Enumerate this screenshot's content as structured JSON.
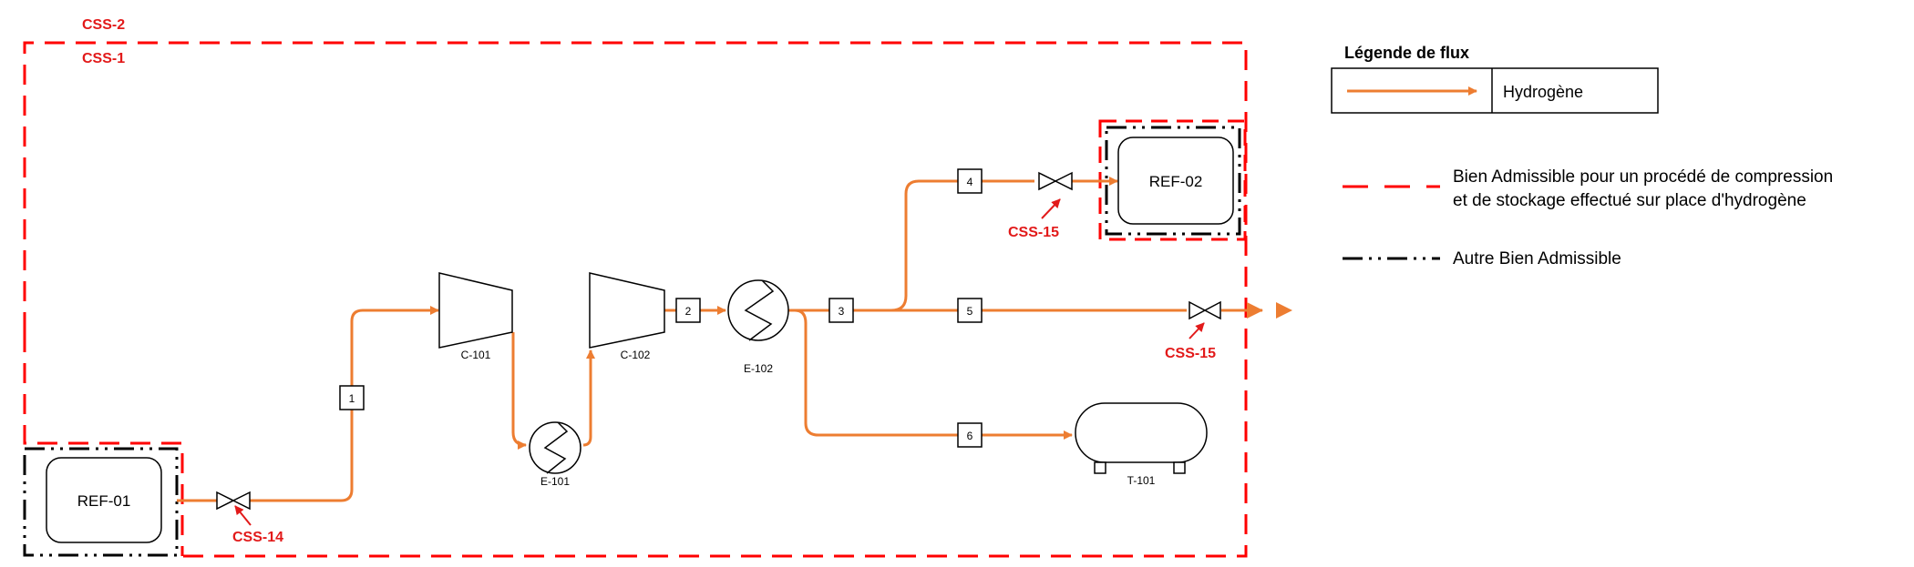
{
  "boundaries": {
    "css2": "CSS-2",
    "css1": "CSS-1"
  },
  "equipment": {
    "ref01": "REF-01",
    "ref02": "REF-02",
    "c101": "C-101",
    "c102": "C-102",
    "e101": "E-101",
    "e102": "E-102",
    "t101": "T-101"
  },
  "streams": [
    "1",
    "2",
    "3",
    "4",
    "5",
    "6"
  ],
  "valves": {
    "css14": "CSS-14",
    "css15_top": "CSS-15",
    "css15_mid": "CSS-15"
  },
  "legend": {
    "title": "Légende de flux",
    "hydrogen": "Hydrogène",
    "red_line_1": "Bien Admissible pour un procédé de compression",
    "red_line_2": "et de stockage effectué sur place d'hydrogène",
    "black_line": "Autre Bien Admissible"
  },
  "colors": {
    "flow": "#ed7d31",
    "boundary_red": "#ff0000",
    "label_red": "#e21a1a",
    "black": "#000000"
  }
}
